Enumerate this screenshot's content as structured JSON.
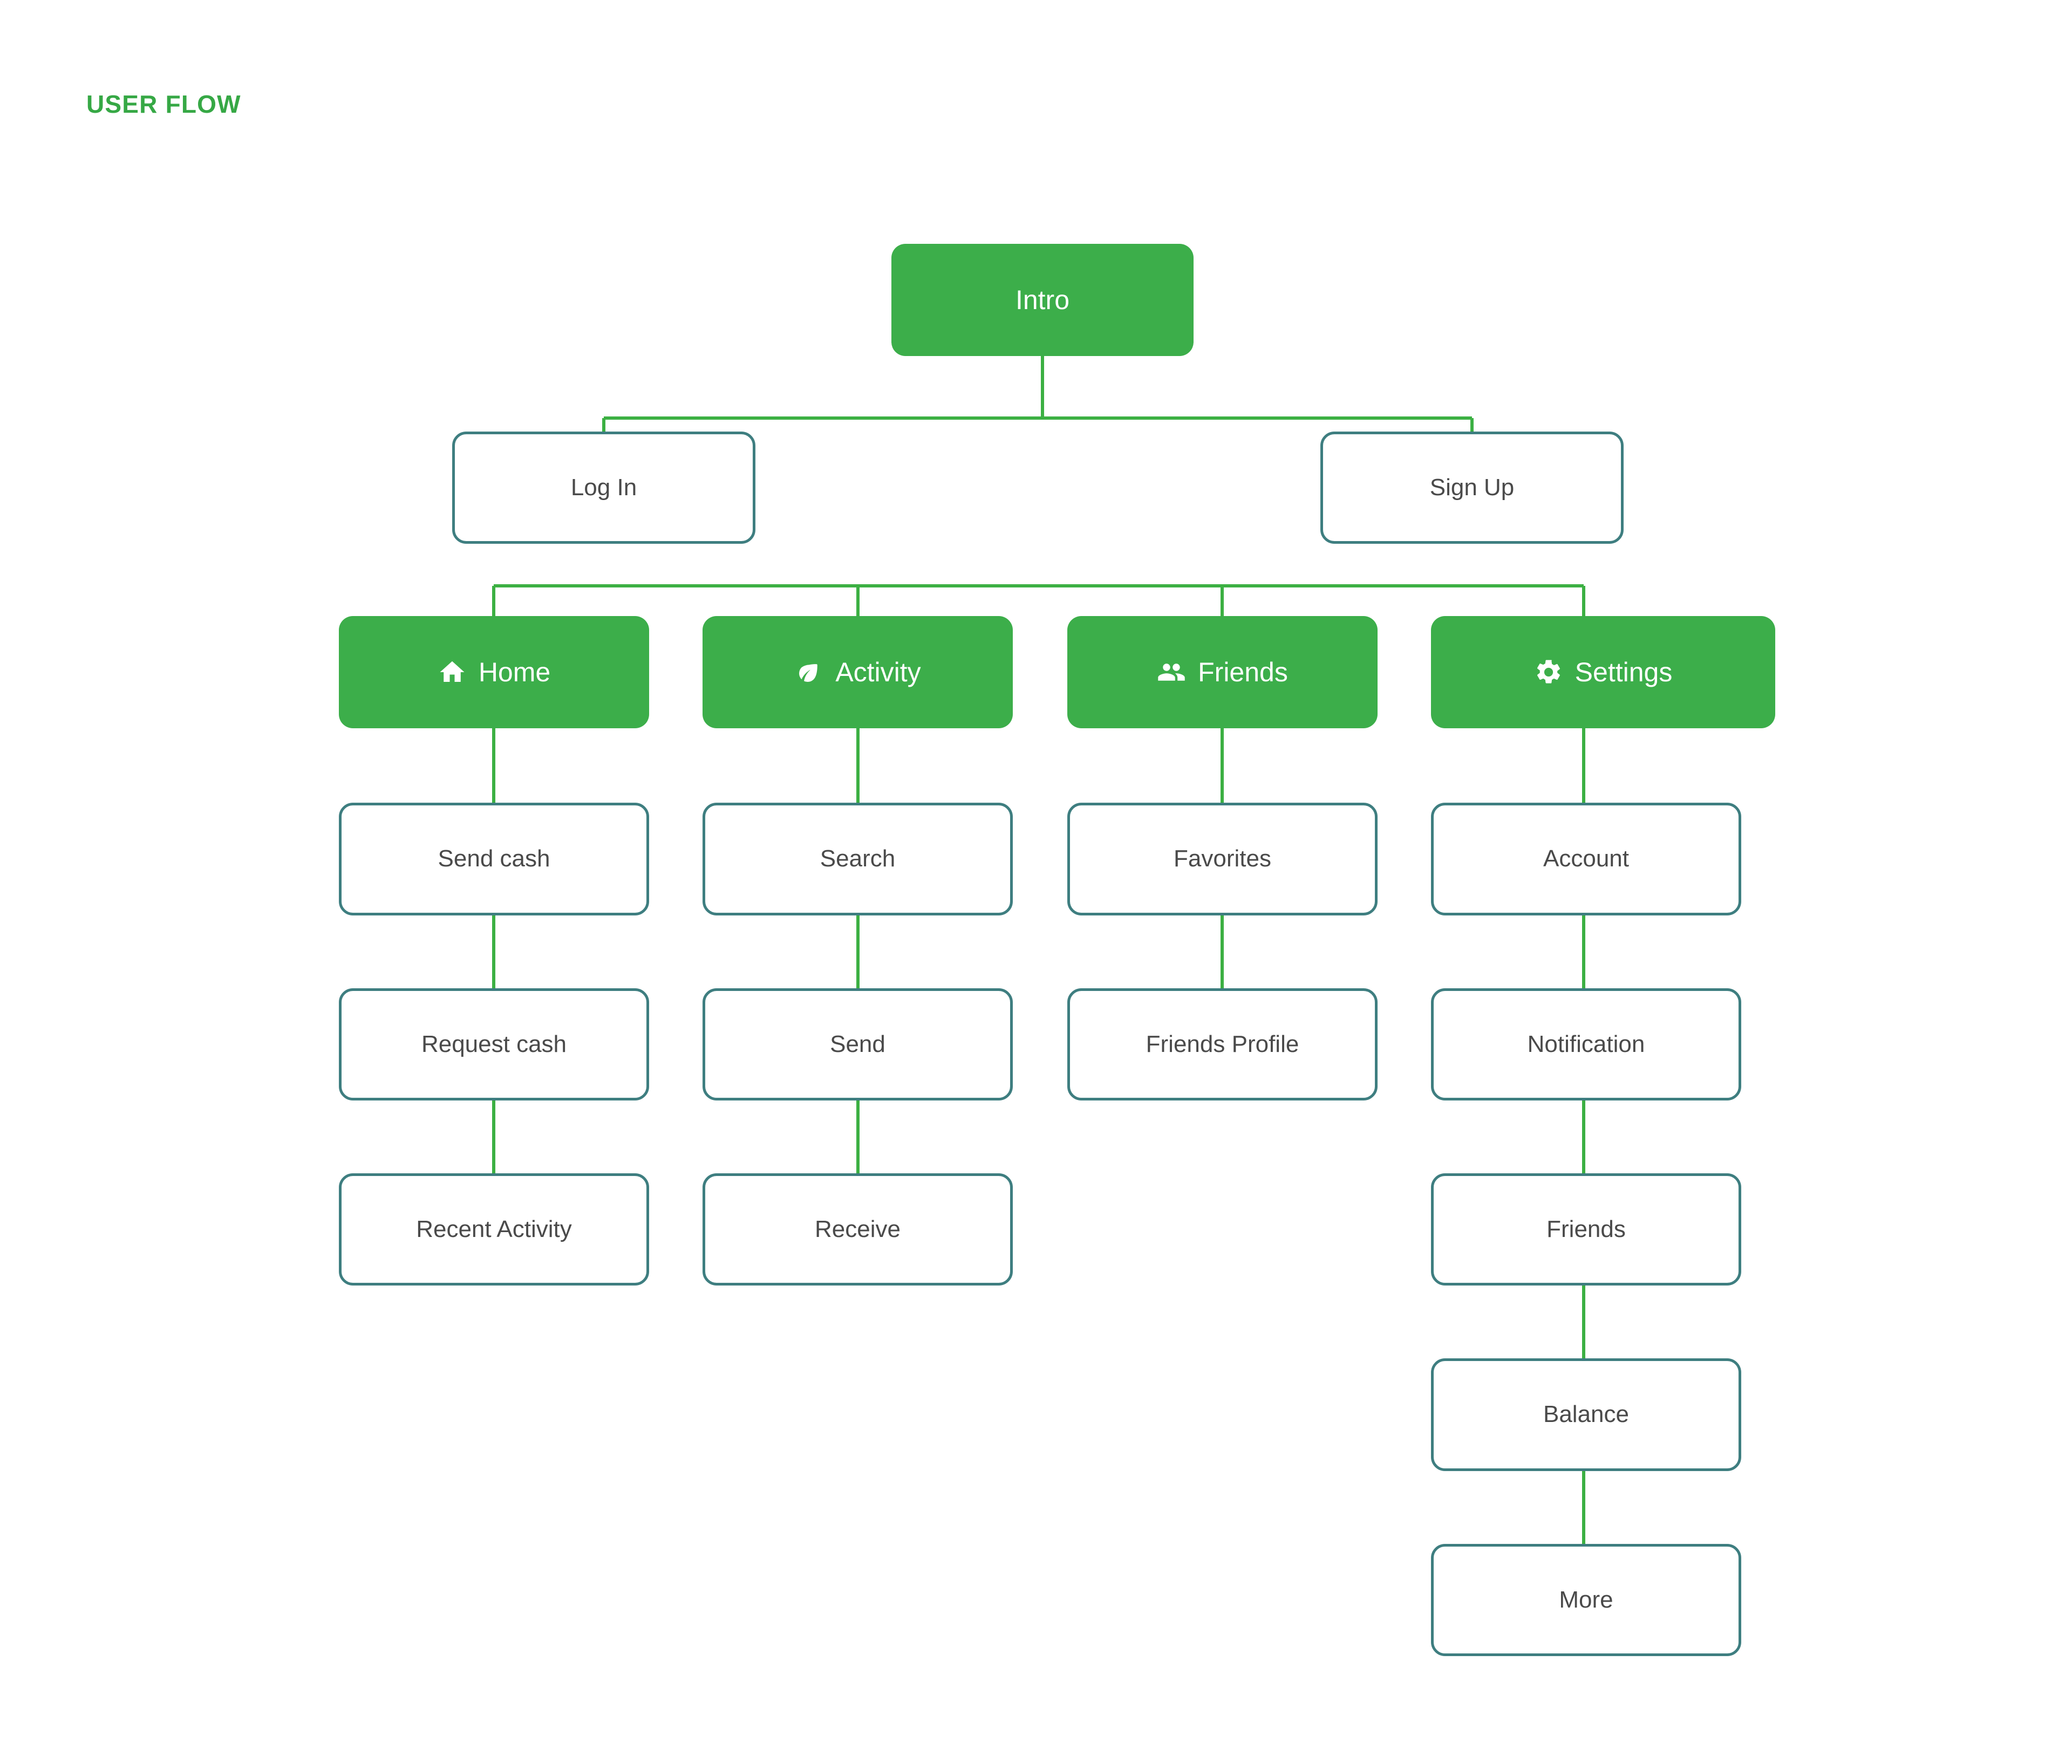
{
  "page": {
    "title": "USER FLOW",
    "background": "#ffffff",
    "accent_green": "#3cae4a",
    "title_green": "#36a845",
    "outline_teal": "#3e7e80",
    "text_gray": "#4a4a4a",
    "connector_green": "#3cb043"
  },
  "nodes": {
    "intro": {
      "label": "Intro",
      "style": "filled"
    },
    "login": {
      "label": "Log In",
      "style": "outlined"
    },
    "signup": {
      "label": "Sign Up",
      "style": "outlined"
    },
    "home": {
      "label": "Home",
      "style": "filled",
      "icon": "home-icon"
    },
    "activity": {
      "label": "Activity",
      "style": "filled",
      "icon": "leaf-icon"
    },
    "friends": {
      "label": "Friends",
      "style": "filled",
      "icon": "people-icon"
    },
    "settings": {
      "label": "Settings",
      "style": "filled",
      "icon": "gear-icon"
    },
    "send_cash": {
      "label": "Send cash",
      "style": "outlined"
    },
    "request_cash": {
      "label": "Request cash",
      "style": "outlined"
    },
    "recent_activity": {
      "label": "Recent Activity",
      "style": "outlined"
    },
    "search": {
      "label": "Search",
      "style": "outlined"
    },
    "send": {
      "label": "Send",
      "style": "outlined"
    },
    "receive": {
      "label": "Receive",
      "style": "outlined"
    },
    "favorites": {
      "label": "Favorites",
      "style": "outlined"
    },
    "friends_profile": {
      "label": "Friends Profile",
      "style": "outlined"
    },
    "account": {
      "label": "Account",
      "style": "outlined"
    },
    "notification": {
      "label": "Notification",
      "style": "outlined"
    },
    "settings_friends": {
      "label": "Friends",
      "style": "outlined"
    },
    "balance": {
      "label": "Balance",
      "style": "outlined"
    },
    "more": {
      "label": "More",
      "style": "outlined"
    }
  },
  "columns": [
    {
      "section": "Home",
      "children": [
        "Send cash",
        "Request cash",
        "Recent Activity"
      ]
    },
    {
      "section": "Activity",
      "children": [
        "Search",
        "Send",
        "Receive"
      ]
    },
    {
      "section": "Friends",
      "children": [
        "Favorites",
        "Friends Profile"
      ]
    },
    {
      "section": "Settings",
      "children": [
        "Account",
        "Notification",
        "Friends",
        "Balance",
        "More"
      ]
    }
  ],
  "flow": {
    "root": "Intro",
    "auth": [
      "Log In",
      "Sign Up"
    ],
    "sections": [
      "Home",
      "Activity",
      "Friends",
      "Settings"
    ]
  }
}
